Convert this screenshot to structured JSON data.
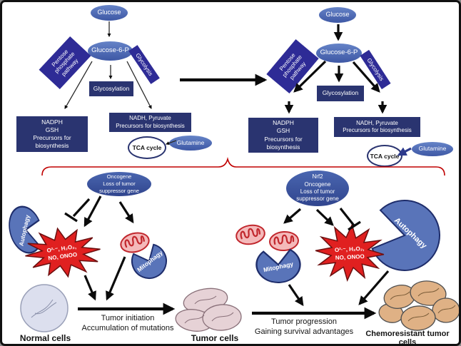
{
  "figure": {
    "top_left": {
      "glucose": "Glucose",
      "glucose_6_p": "Glucose-6-P",
      "pentose_pathway": "Pentose\nphosphate\npathway",
      "glycolysis": "Glycolysis",
      "glycosylation": "Glycosylation",
      "nadph_box": "NADPH\nGSH\nPrecursors for\nbiosynthesis",
      "nadh_box": "NADH, Pyruvate\nPrecursors for biosynthesis",
      "tca_cycle": "TCA cycle",
      "glutamine": "Glutamine"
    },
    "top_right": {
      "glucose": "Glucose",
      "glucose_6_p": "Glucose-6-P",
      "pentose_pathway": "Pentose\nphosphate\npathway",
      "glycolysis": "Glycolysis",
      "glycosylation": "Glycosylation",
      "nadph_box": "NADPH\nGSH\nPrecursors for\nbiosynthesis",
      "nadh_box": "NADH, Pyruvate\nPrecursors for biosynthesis",
      "tca_cycle": "TCA cycle",
      "glutamine": "Glutamine"
    },
    "bottom_left": {
      "oncogene": "Oncogene\nLoss of tumor\nsuppressor gene",
      "autophagy": "Autophagy",
      "ros": "O²·⁻, H₂O₂,\nNO, ONOO",
      "mitophagy": "Mitophagy",
      "normal_cells": "Normal cells",
      "transition": "Tumor initiation\nAccumulation of mutations",
      "tumor_cells": "Tumor cells"
    },
    "bottom_right": {
      "nrf2": "Nrf2\nOncogene\nLoss of tumor\nsuppressor gene",
      "mitophagy": "Mitophagy",
      "ros": "O²·⁻, H₂O₂,\nNO, ONOO",
      "autophagy": "Autophagy",
      "transition": "Tumor progression\nGaining survival advantages",
      "chemoresistant_cells": "Chemoresistant tumor cells"
    },
    "colors": {
      "node_blue": "#4a67ae",
      "box_navy": "#2a3470",
      "box_indigo": "#2e2b96",
      "ros_red": "#e02020",
      "organelle_blue": "#5974b9",
      "mito_pink": "#f4b9ba",
      "brace_red": "#c00000",
      "normal_cell": "#dcdfee",
      "tumor_cell": "#e6d2d6",
      "chemoresistant_cell": "#dfb185"
    }
  }
}
